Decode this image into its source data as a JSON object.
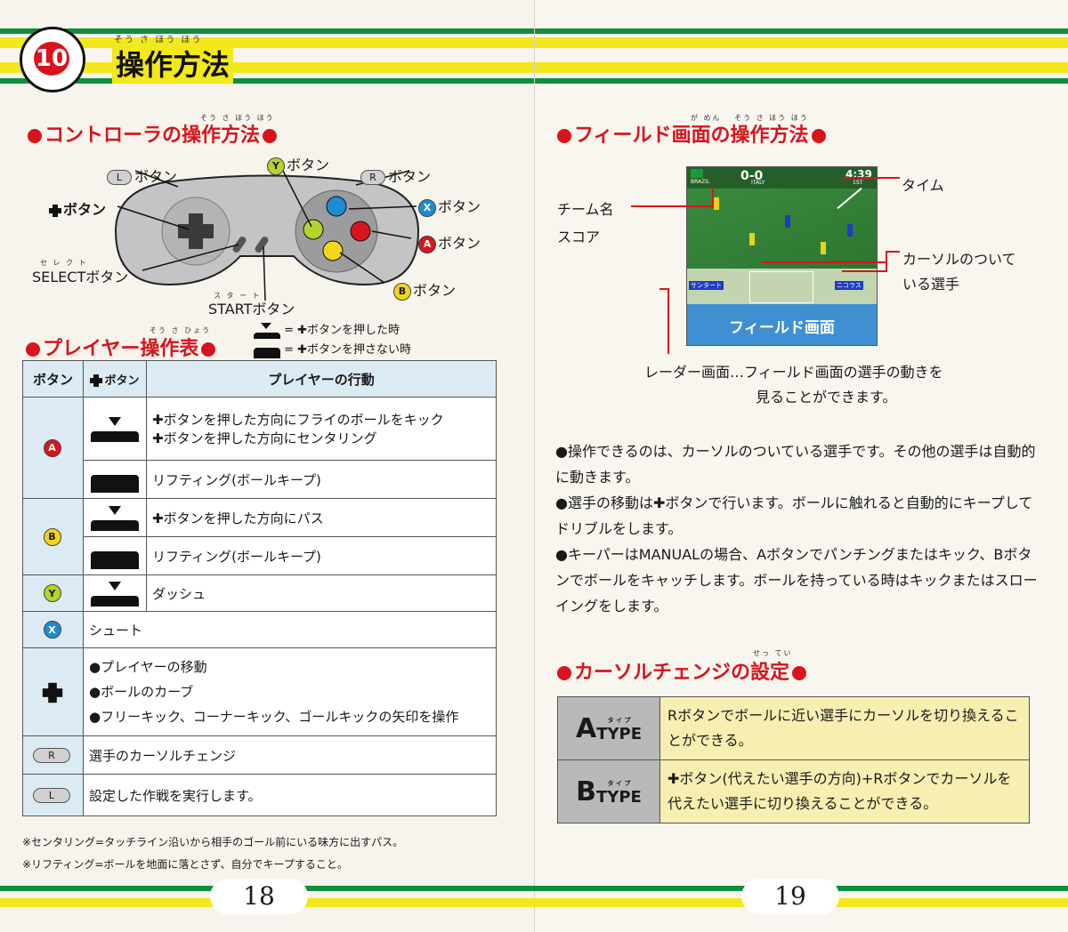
{
  "left": {
    "chapter_number": "10",
    "chapter_ruby": "そう さ ほう ほう",
    "chapter_title": "操作方法",
    "controller_title": "コントローラの操作方法",
    "controller_ruby": "そう さ ほう ほう",
    "labels": {
      "l_button": "ボタン",
      "l_key": "L",
      "y_button": "ボタン",
      "y_key": "Y",
      "r_button": "ボタン",
      "r_key": "R",
      "x_button": "ボタン",
      "x_key": "X",
      "a_button": "ボタン",
      "a_key": "A",
      "b_button": "ボタン",
      "b_key": "B",
      "cross_button": "ボタン",
      "select_ruby": "セ レ ク ト",
      "select_button": "SELECTボタン",
      "start_ruby": "ス タ ー ト",
      "start_button": "STARTボタン"
    },
    "player_table_title": "プレイヤー操作表",
    "player_table_ruby": "そう さ ひょう",
    "legend_pressed": "= ✚ボタンを押した時",
    "legend_not_pressed": "= ✚ボタンを押さない時",
    "table_headers": [
      "ボタン",
      "ボタン",
      "プレイヤーの行動"
    ],
    "rows": {
      "a_press_1": "✚ボタンを押した方向にフライのボールをキック",
      "a_press_2": "✚ボタンを押した方向にセンタリング",
      "a_nopress": "リフティング(ボールキープ)",
      "b_press": "✚ボタンを押した方向にパス",
      "b_nopress": "リフティング(ボールキープ)",
      "y_press": "ダッシュ",
      "x": "シュート",
      "cross_1": "●プレイヤーの移動",
      "cross_2": "●ボールのカーブ",
      "cross_3": "●フリーキック、コーナーキック、ゴールキックの矢印を操作",
      "r": "選手のカーソルチェンジ",
      "l": "設定した作戦を実行します。"
    },
    "note_1": "※センタリング=タッチライン沿いから相手のゴール前にいる味方に出すパス。",
    "note_2": "※リフティング=ボールを地面に落とさず、自分でキープすること。",
    "page_number": "18"
  },
  "right": {
    "field_title": "フィールド画面の操作方法",
    "field_ruby": "が めん　 そう さ ほう ほう",
    "labels": {
      "time": "タイム",
      "team_name": "チーム名",
      "score": "スコア",
      "cursor_player_1": "カーソルのついて",
      "cursor_player_2": "いる選手",
      "field_screen": "フィールド画面",
      "radar_1": "レーダー画面…フィールド画面の選手の動きを",
      "radar_2": "見ることができます。"
    },
    "screen": {
      "team_left": "BRAZIL",
      "score": "0-0",
      "team_right": "ITALY",
      "time": "4:39",
      "sub": "1ST",
      "player_left": "サンタート",
      "player_right": "ニコラス"
    },
    "bullets": [
      "●操作できるのは、カーソルのついている選手です。その他の選手は自動的に動きます。",
      "●選手の移動は✚ボタンで行います。ボールに触れると自動的にキープしてドリブルをします。",
      "●キーパーはMANUALの場合、Aボタンでパンチングまたはキック、Bボタンでボールをキャッチします。ボールを持っている時はキックまたはスローイングをします。"
    ],
    "cursor_title": "カーソルチェンジの設定",
    "cursor_ruby": "せっ てい",
    "types": [
      {
        "letter": "A",
        "word": "TYPE",
        "ruby": "タ イ プ",
        "desc": "Rボタンでボールに近い選手にカーソルを切り換えることができる。"
      },
      {
        "letter": "B",
        "word": "TYPE",
        "ruby": "タ イ プ",
        "desc": "✚ボタン(代えたい選手の方向)+Rボタンでカーソルを代えたい選手に切り換えることができる。"
      }
    ],
    "page_number": "19"
  },
  "colors": {
    "accent_red": "#d8141c",
    "green": "#0e8f3c",
    "yellow": "#f2e81c",
    "table_blue": "#dceaf4",
    "type_yellow": "#f7efb1"
  }
}
